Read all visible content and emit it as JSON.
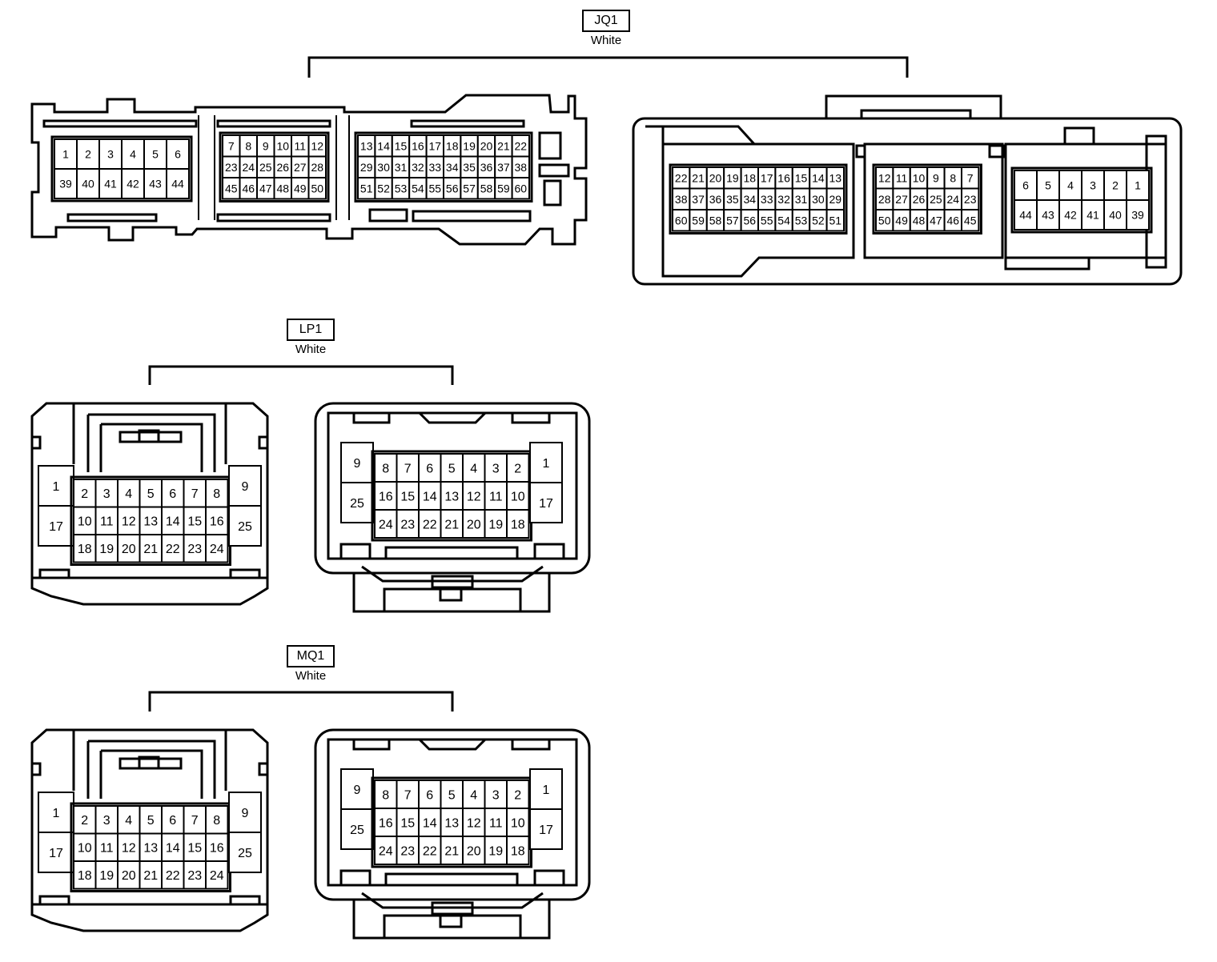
{
  "connectors": [
    {
      "id": "jq1",
      "code": "JQ1",
      "color": "White",
      "views": [
        {
          "blocks": [
            [
              [
                "1",
                "2",
                "3",
                "4",
                "5",
                "6"
              ],
              [
                "39",
                "40",
                "41",
                "42",
                "43",
                "44"
              ]
            ],
            [
              [
                "7",
                "8",
                "9",
                "10",
                "11",
                "12"
              ],
              [
                "23",
                "24",
                "25",
                "26",
                "27",
                "28"
              ],
              [
                "45",
                "46",
                "47",
                "48",
                "49",
                "50"
              ]
            ],
            [
              [
                "13",
                "14",
                "15",
                "16",
                "17",
                "18",
                "19",
                "20",
                "21",
                "22"
              ],
              [
                "29",
                "30",
                "31",
                "32",
                "33",
                "34",
                "35",
                "36",
                "37",
                "38"
              ],
              [
                "51",
                "52",
                "53",
                "54",
                "55",
                "56",
                "57",
                "58",
                "59",
                "60"
              ]
            ]
          ]
        },
        {
          "blocks": [
            [
              [
                "22",
                "21",
                "20",
                "19",
                "18",
                "17",
                "16",
                "15",
                "14",
                "13"
              ],
              [
                "38",
                "37",
                "36",
                "35",
                "34",
                "33",
                "32",
                "31",
                "30",
                "29"
              ],
              [
                "60",
                "59",
                "58",
                "57",
                "56",
                "55",
                "54",
                "53",
                "52",
                "51"
              ]
            ],
            [
              [
                "12",
                "11",
                "10",
                "9",
                "8",
                "7"
              ],
              [
                "28",
                "27",
                "26",
                "25",
                "24",
                "23"
              ],
              [
                "50",
                "49",
                "48",
                "47",
                "46",
                "45"
              ]
            ],
            [
              [
                "6",
                "5",
                "4",
                "3",
                "2",
                "1"
              ],
              [
                "44",
                "43",
                "42",
                "41",
                "40",
                "39"
              ]
            ]
          ]
        }
      ]
    },
    {
      "id": "lp1",
      "code": "LP1",
      "color": "White",
      "views": [
        {
          "side_left": [
            "1",
            "17"
          ],
          "grid": [
            [
              "2",
              "3",
              "4",
              "5",
              "6",
              "7",
              "8"
            ],
            [
              "10",
              "11",
              "12",
              "13",
              "14",
              "15",
              "16"
            ],
            [
              "18",
              "19",
              "20",
              "21",
              "22",
              "23",
              "24"
            ]
          ],
          "side_right": [
            "9",
            "25"
          ]
        },
        {
          "side_left": [
            "9",
            "25"
          ],
          "grid": [
            [
              "8",
              "7",
              "6",
              "5",
              "4",
              "3",
              "2"
            ],
            [
              "16",
              "15",
              "14",
              "13",
              "12",
              "11",
              "10"
            ],
            [
              "24",
              "23",
              "22",
              "21",
              "20",
              "19",
              "18"
            ]
          ],
          "side_right": [
            "1",
            "17"
          ]
        }
      ]
    },
    {
      "id": "mq1",
      "code": "MQ1",
      "color": "White",
      "views": [
        {
          "side_left": [
            "1",
            "17"
          ],
          "grid": [
            [
              "2",
              "3",
              "4",
              "5",
              "6",
              "7",
              "8"
            ],
            [
              "10",
              "11",
              "12",
              "13",
              "14",
              "15",
              "16"
            ],
            [
              "18",
              "19",
              "20",
              "21",
              "22",
              "23",
              "24"
            ]
          ],
          "side_right": [
            "9",
            "25"
          ]
        },
        {
          "side_left": [
            "9",
            "25"
          ],
          "grid": [
            [
              "8",
              "7",
              "6",
              "5",
              "4",
              "3",
              "2"
            ],
            [
              "16",
              "15",
              "14",
              "13",
              "12",
              "11",
              "10"
            ],
            [
              "24",
              "23",
              "22",
              "21",
              "20",
              "19",
              "18"
            ]
          ],
          "side_right": [
            "1",
            "17"
          ]
        }
      ]
    }
  ]
}
